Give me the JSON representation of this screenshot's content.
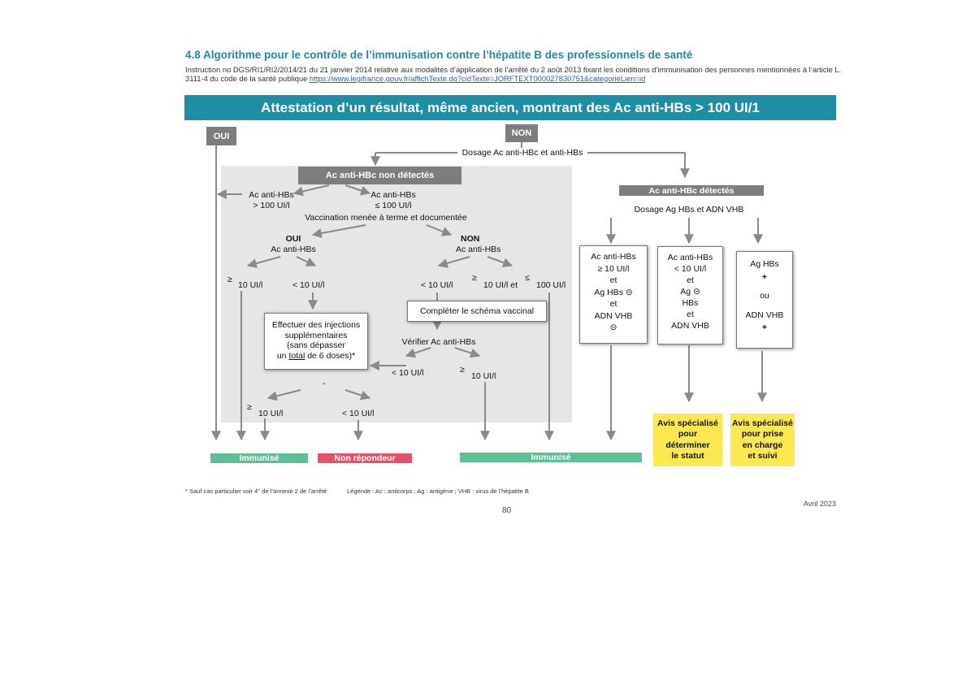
{
  "header": {
    "title": "4.8 Algorithme pour le contrôle de l’immunisation contre l’hépatite B des professionnels de santé",
    "instruction": "Instruction no DGS/RI1/RI2/2014/21 du 21 janvier 2014 relative aux modalités d’application de l’arrêté du 2 août 2013 fixant les conditions d’immunisation des personnes mentionnées à l’article L. 3111-4 du code de la santé publique",
    "link": "https://www.legifrance.gouv.fr/affichTexte.do?cidTexte=JORFTEXT000027830751&categorieLien=id"
  },
  "diagram": {
    "banner": "Attestation d’un résultat, même ancien, montrant des Ac anti-HBs > 100 UI/1",
    "oui": "OUI",
    "non": "NON",
    "dosage_hbc_hbs": "Dosage Ac anti-HBc et anti-HBs",
    "hbc_non_detectes": "Ac anti-HBc non détectés",
    "hbs_gt100": [
      "Ac  anti-HBs",
      "> 100 UI/l"
    ],
    "hbs_le100": [
      "Ac  anti-HBs",
      "≤  100 UI/l"
    ],
    "vaccination": "Vaccination menée à terme et documentée",
    "oui2": "OUI",
    "oui2_sub": "Ac  anti-HBs",
    "non2": "NON",
    "non2_sub": "Ac  anti-HBs",
    "ge_symbol": "≥",
    "le_symbol": "≤",
    "ge10_a": "10 UI/l",
    "lt10_a": "< 10 UI/l",
    "lt10_b": "< 10 UI/l",
    "ge10_b": "10 UI/l et",
    "le100_b": "100 UI/l",
    "effectuer": [
      "Effectuer des injections",
      "supplémentaires",
      "(sans dépasser",
      "un ",
      "total",
      " de 6 doses)*"
    ],
    "completer": "Compléter le schéma vaccinal",
    "verifier": "Vérifier  Ac  anti-HBs",
    "lt10_c": "< 10 UI/l",
    "ge10_c": "10 UI/l",
    "dash": "-",
    "ge10_d": "10 UI/l",
    "lt10_d": "< 10 UI/l",
    "hbc_detectes": "Ac anti-HBc détectés",
    "dosage_ag": "Dosage Ag HBs et ADN VHB",
    "box1": [
      "Ac anti-HBs",
      "≥  10 UI/l",
      "et",
      "Ag HBs   ⊝",
      "et",
      "ADN VHB",
      "⊝"
    ],
    "box2": [
      "Ac anti-HBs",
      "< 10 UI/l",
      "et",
      "Ag        ⊝",
      "HBs",
      "et",
      "ADN VHB"
    ],
    "box3": [
      "Ag HBs",
      "+",
      "ou",
      "ADN VHB",
      "+"
    ],
    "immunise_1": "Immunisé",
    "non_repondeur": "Non répondeur",
    "immunise_2": "Immunisé",
    "avis_statut": [
      "Avis spécialisé",
      "pour",
      "déterminer",
      "le statut"
    ],
    "avis_prise": [
      "Avis spécialisé",
      "pour prise",
      "en charge",
      "et suivi"
    ]
  },
  "footer": {
    "note": "* Sauf cas particulier voir 4° de l’annexe 2 de l’arrêté",
    "legend": "Légende : Ac : anticorps ; Ag : antigène ; VHB : virus de l’hépatite B",
    "page": "80",
    "date": "Avril 2023"
  },
  "colors": {
    "teal": "#1e8ea7",
    "gray_tag": "#7d7d7d",
    "green_bar": "#5cbf96",
    "red_bar": "#e8506a",
    "yellow": "#fde84f"
  }
}
